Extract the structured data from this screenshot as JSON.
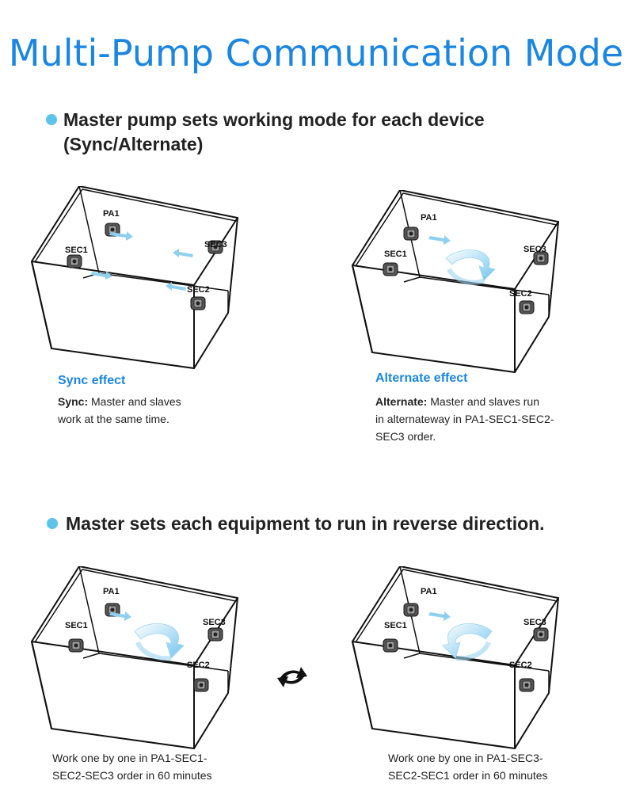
{
  "title": "Multi-Pump Communication Mode",
  "section1": {
    "heading_line1": "Master pump sets working mode for  each device",
    "heading_line2": "(Sync/Alternate)"
  },
  "section2": {
    "heading": "Master sets each equipment to run in reverse direction."
  },
  "labels": {
    "pa1": "PA1",
    "sec1": "SEC1",
    "sec2": "SEC2",
    "sec3": "SEC3"
  },
  "sync": {
    "title": "Sync effect",
    "bold": "Sync:",
    "line1": " Master and slaves",
    "line2": "work at the same time."
  },
  "alternate": {
    "title": "Alternate effect",
    "bold": "Alternate:",
    "line1": " Master and slaves run",
    "line2": "in alternateway in PA1-SEC1-SEC2-",
    "line3": "SEC3 order."
  },
  "reverse_left": {
    "line1": "Work one by one in PA1-SEC1-",
    "line2": "SEC2-SEC3 order in 60 minutes"
  },
  "reverse_right": {
    "line1": "Work one by one in PA1-SEC3-",
    "line2": "SEC2-SEC1 order in 60 minutes"
  },
  "icons": {
    "swap": "swap-arrows-icon",
    "bullet": "bullet-dot-icon",
    "pump": "pump-icon",
    "flow": "flow-arrow-icon"
  },
  "colors": {
    "title": "#1b86e2",
    "bullet": "#5cc3ea",
    "flow": "#8fd0f0"
  }
}
